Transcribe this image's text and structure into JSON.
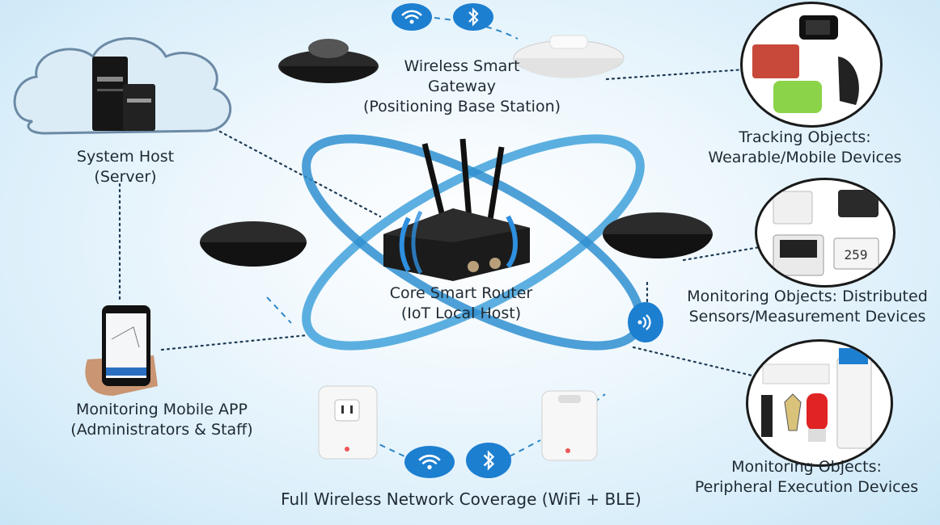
{
  "labels": {
    "gateway": [
      "Wireless Smart",
      "Gateway",
      "(Positioning Base Station)"
    ],
    "server": [
      "System Host",
      "(Server)"
    ],
    "router": [
      "Core Smart Router",
      "(IoT Local Host)"
    ],
    "tracking": [
      "Tracking Objects:",
      "Wearable/Mobile Devices"
    ],
    "sensors": [
      "Monitoring Objects: Distributed",
      "Sensors/Measurement Devices"
    ],
    "app": [
      "Monitoring Mobile APP",
      "(Administrators & Staff)"
    ],
    "peripheral": [
      "Monitoring Objects:",
      "Peripheral Execution Devices"
    ],
    "coverage": "Full Wireless Network Coverage (WiFi + BLE)"
  },
  "sensor_display": "259",
  "colors": {
    "accent": "#1d7fd0",
    "ring": "#4aa6dd",
    "device_dark": "#1b1b1b"
  },
  "icons": [
    "wifi-icon",
    "bluetooth-icon",
    "nfc-icon"
  ]
}
